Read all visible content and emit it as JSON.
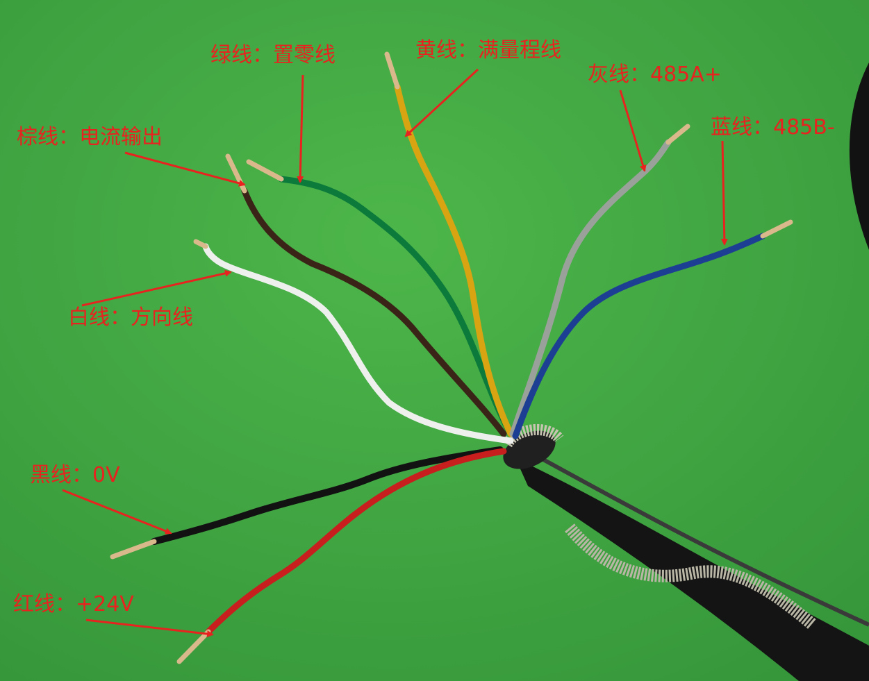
{
  "colors": {
    "background": "#3fa43e",
    "annotation": "#e8231f"
  },
  "labels": {
    "green": "绿线：置零线",
    "yellow": "黄线：满量程线",
    "gray": "灰线：485A+",
    "blue": "蓝线：485B-",
    "brown": "棕线：电流输出",
    "white": "白线：方向线",
    "black": "黑线：0V",
    "red": "红线：+24V"
  },
  "wire_colors": {
    "green": "#0b7a3a",
    "yellow": "#d9a412",
    "gray": "#9aa19a",
    "blue": "#1c3f93",
    "brown": "#3a2417",
    "white": "#eef0ee",
    "black": "#121212",
    "red": "#c81e1e",
    "cable": "#141414",
    "shield": "#b9b6a6",
    "copper": "#d9b98c"
  }
}
